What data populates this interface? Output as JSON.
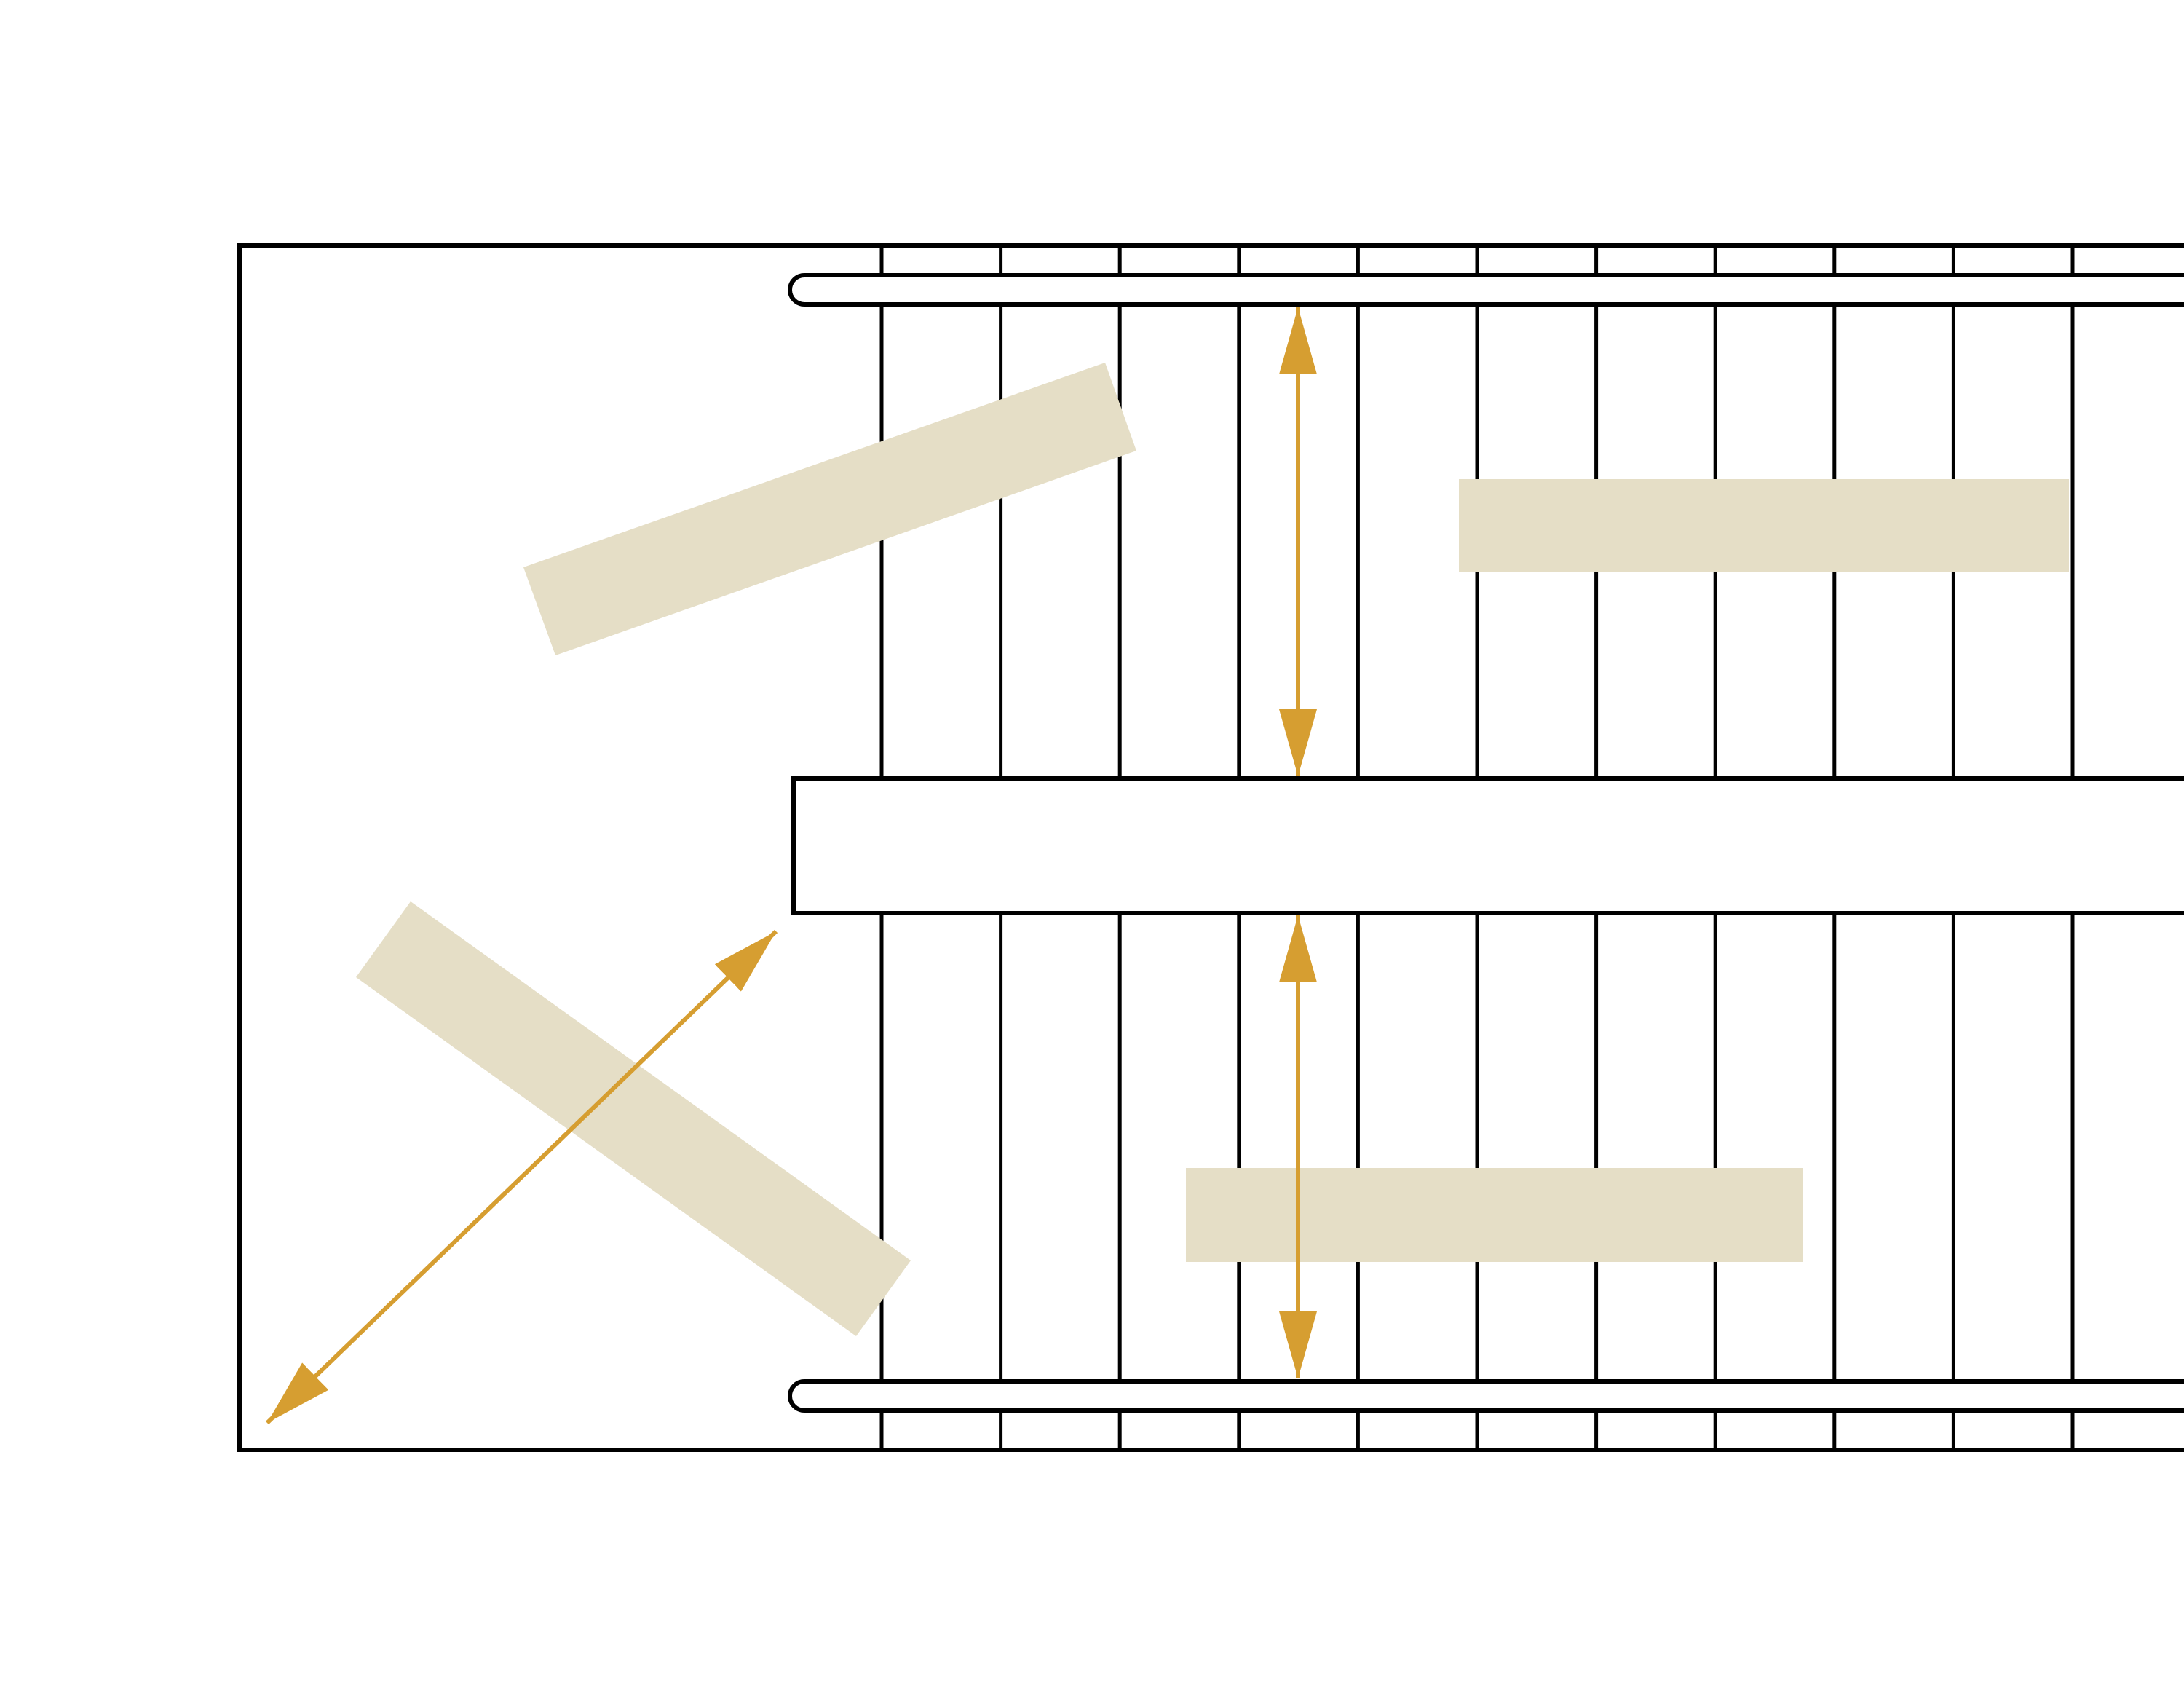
{
  "colors": {
    "background": "#ffffff",
    "outline": "#000000",
    "item_fill": "#e5dec6",
    "arrow": "#d69e31"
  },
  "diagram": {
    "description_elements": {
      "stud_count": 11,
      "items": [
        "item-angled-top",
        "item-horizontal-top",
        "item-angled-bottom",
        "item-horizontal-bottom"
      ],
      "arrows": [
        "arrow-vertical-top",
        "arrow-vertical-bottom",
        "arrow-diagonal"
      ]
    }
  }
}
